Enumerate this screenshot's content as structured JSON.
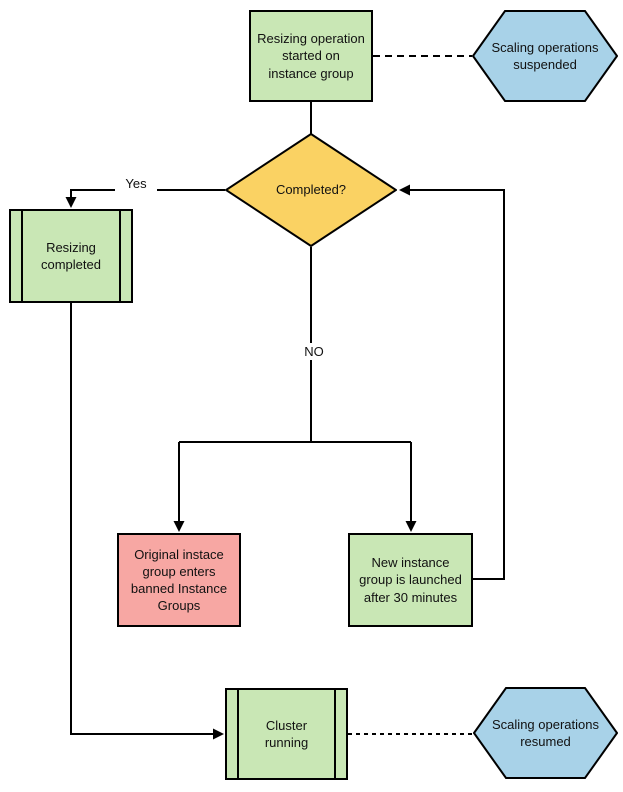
{
  "nodes": {
    "resizing_started": {
      "label": "Resizing operation\nstarted on\ninstance group",
      "fill": "#c9e7b5"
    },
    "scaling_suspended": {
      "label": "Scaling operations\nsuspended",
      "fill": "#a8d2e8"
    },
    "completed_decision": {
      "label": "Completed?",
      "fill": "#fad263"
    },
    "resizing_completed": {
      "label": "Resizing\ncompleted",
      "fill": "#c9e7b5"
    },
    "banned_groups": {
      "label": "Original instace\ngroup enters\nbanned Instance\nGroups",
      "fill": "#f7a7a3"
    },
    "new_instance_group": {
      "label": "New instance\ngroup is launched\nafter 30 minutes",
      "fill": "#c9e7b5"
    },
    "cluster_running": {
      "label": "Cluster\nrunning",
      "fill": "#c9e7b5"
    },
    "scaling_resumed": {
      "label": "Scaling operations\nresumed",
      "fill": "#a8d2e8"
    }
  },
  "edge_labels": {
    "yes": "Yes",
    "no": "NO"
  },
  "colors": {
    "stroke": "#000000",
    "green": "#c9e7b5",
    "blue": "#a8d2e8",
    "yellow": "#fad263",
    "red": "#f7a7a3",
    "background": "#ffffff"
  }
}
